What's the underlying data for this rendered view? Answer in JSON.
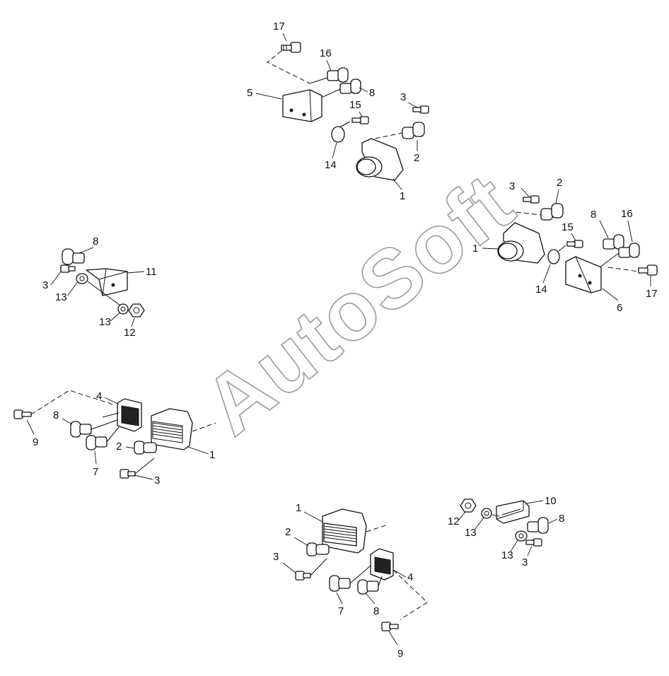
{
  "watermark": "AutoSoft",
  "colors": {
    "line": "#111111",
    "background": "#ffffff",
    "watermark": "#9a9a9a"
  },
  "labels": {
    "a1": "17",
    "a2": "16",
    "a3": "5",
    "a4": "8",
    "a5": "3",
    "a6": "15",
    "a7": "2",
    "a8": "14",
    "a9": "1",
    "b1": "3",
    "b2": "2",
    "b3": "8",
    "b4": "16",
    "b5": "15",
    "b6": "1",
    "b7": "14",
    "b8": "17",
    "b9": "6",
    "c1": "8",
    "c2": "11",
    "c3": "3",
    "c4": "13",
    "c5": "13",
    "c6": "12",
    "d1": "4",
    "d2": "8",
    "d3": "9",
    "d4": "2",
    "d5": "7",
    "d6": "1",
    "d7": "3",
    "e1": "1",
    "e2": "2",
    "e3": "3",
    "e4": "4",
    "e5": "7",
    "e6": "8",
    "e7": "9",
    "f1": "10",
    "f2": "12",
    "f3": "13",
    "f4": "8",
    "f5": "13",
    "f6": "3"
  }
}
